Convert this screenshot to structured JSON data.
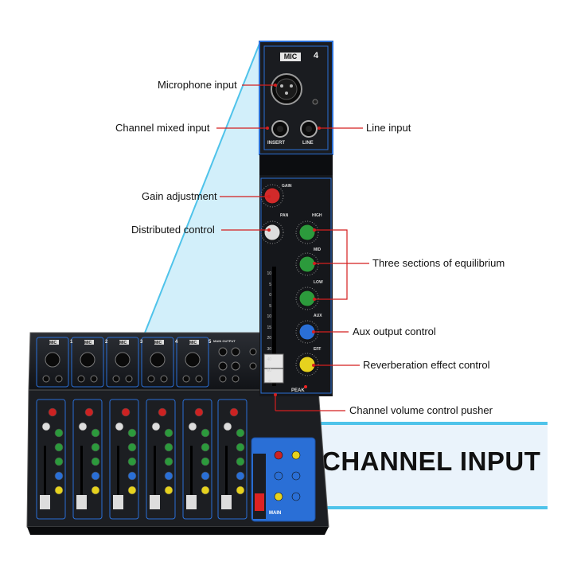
{
  "callouts": [
    {
      "id": "microphone-input",
      "label": "Microphone input"
    },
    {
      "id": "channel-mixed-input",
      "label": "Channel mixed input"
    },
    {
      "id": "line-input",
      "label": "Line input"
    },
    {
      "id": "gain-adjustment",
      "label": "Gain adjustment"
    },
    {
      "id": "distributed-control",
      "label": "Distributed control"
    },
    {
      "id": "three-sections-of-equilibrium",
      "label": "Three sections of equilibrium"
    },
    {
      "id": "aux-output-control",
      "label": "Aux output control"
    },
    {
      "id": "reverberation-effect-control",
      "label": "Reverberation effect control"
    },
    {
      "id": "channel-volume-control-pusher",
      "label": "Channel volume control pusher"
    }
  ],
  "banner": {
    "title": "CHANNEL INPUT"
  },
  "strip": {
    "mic_label": "MIC",
    "channel_number": "4",
    "insert_label": "INSERT",
    "line_label": "LINE",
    "gain_label": "GAIN",
    "pan_label": "PAN",
    "high_label": "HIGH",
    "mid_label": "MID",
    "low_label": "LOW",
    "aux_label": "AUX",
    "eff_label": "EFF",
    "peak_label": "PEAK",
    "fader_scale": [
      "10",
      "5",
      "0",
      "5",
      "10",
      "15",
      "20",
      "30",
      "40",
      "60",
      "∞"
    ]
  },
  "mixer": {
    "channels": [
      "1",
      "2",
      "3",
      "4",
      "5"
    ],
    "mic_label": "MIC",
    "main_output_label": "MAIN OUTPUT",
    "main_label": "MAIN"
  },
  "colors": {
    "panel": "#1a1c20",
    "accent_blue": "#2a6fd6",
    "callout_line": "#d41f1f",
    "highlight_cyan": "#4fc3ea",
    "banner_bg": "#eaf3fb"
  }
}
